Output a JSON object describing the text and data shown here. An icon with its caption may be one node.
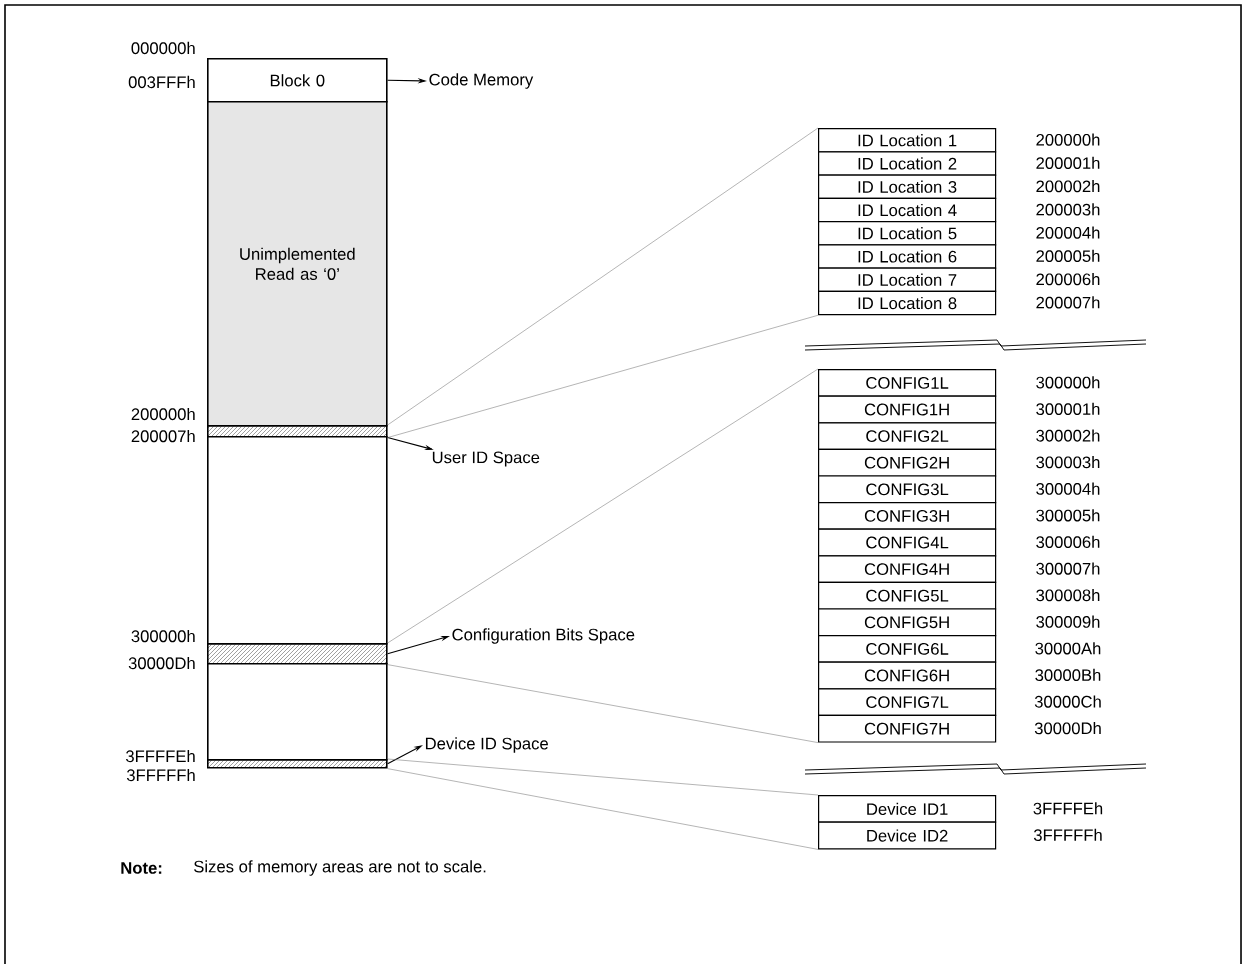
{
  "diagram": {
    "nodes": [
      {
        "text": [
          "Block 0"
        ]
      },
      {
        "text": [
          "Unimplemented Read as ‘0’"
        ]
      },
      {
        "text": [],
        "shape": "bar"
      },
      {
        "text": [],
        "shape": "box"
      },
      {
        "text": [],
        "shape": "bar"
      },
      {
        "text": [],
        "shape": "box"
      },
      {
        "text": [],
        "shape": "bar"
      },
      {
        "text": [
          "Code Memory"
        ]
      },
      {
        "text": [
          "User ID Space"
        ]
      },
      {
        "text": [
          "Configuration Bits Space"
        ]
      },
      {
        "text": [
          "Device ID Space"
        ]
      },
      {
        "text": [
          "ID Location 1"
        ],
        "beside": [
          "200000h"
        ]
      },
      {
        "text": [
          "ID Location 2"
        ],
        "beside": [
          "200001h"
        ]
      },
      {
        "text": [
          "ID Location 3"
        ],
        "beside": [
          "200002h"
        ]
      },
      {
        "text": [
          "ID Location 4"
        ],
        "beside": [
          "200003h"
        ]
      },
      {
        "text": [
          "ID Location 5"
        ],
        "beside": [
          "200004h"
        ]
      },
      {
        "text": [
          "ID Location 6"
        ],
        "beside": [
          "200005h"
        ]
      },
      {
        "text": [
          "ID Location 7"
        ],
        "beside": [
          "200006h"
        ]
      },
      {
        "text": [
          "ID Location 8"
        ],
        "beside": [
          "200007h"
        ]
      },
      {
        "text": [
          "CONFIG1L"
        ],
        "beside": [
          "300000h"
        ]
      },
      {
        "text": [
          "CONFIG1H"
        ],
        "beside": [
          "300001h"
        ]
      },
      {
        "text": [
          "CONFIG2L"
        ],
        "beside": [
          "300002h"
        ]
      },
      {
        "text": [
          "CONFIG2H"
        ],
        "beside": [
          "300003h"
        ]
      },
      {
        "text": [
          "CONFIG3L"
        ],
        "beside": [
          "300004h"
        ]
      },
      {
        "text": [
          "CONFIG3H"
        ],
        "beside": [
          "300005h"
        ]
      },
      {
        "text": [
          "CONFIG4L"
        ],
        "beside": [
          "300006h"
        ]
      },
      {
        "text": [
          "CONFIG4H"
        ],
        "beside": [
          "300007h"
        ]
      },
      {
        "text": [
          "CONFIG5L"
        ],
        "beside": [
          "300008h"
        ]
      },
      {
        "text": [
          "CONFIG5H"
        ],
        "beside": [
          "300009h"
        ]
      },
      {
        "text": [
          "CONFIG6L"
        ],
        "beside": [
          "30000Ah"
        ]
      },
      {
        "text": [
          "CONFIG6H"
        ],
        "beside": [
          "30000Bh"
        ]
      },
      {
        "text": [
          "CONFIG7L"
        ],
        "beside": [
          "30000Ch"
        ]
      },
      {
        "text": [
          "CONFIG7H"
        ],
        "beside": [
          "30000Dh"
        ]
      },
      {
        "text": [
          "Device ID1"
        ],
        "beside": [
          "3FFFFEh"
        ]
      },
      {
        "text": [
          "Device ID2"
        ],
        "beside": [
          "3FFFFFh"
        ]
      }
    ],
    "edges": [
      {
        "from": 0,
        "to": 7,
        "arrow": "to",
        "color": "#000000"
      },
      {
        "from": 2,
        "to": 8,
        "arrow": "to",
        "color": "#000000"
      },
      {
        "from": 4,
        "to": 9,
        "arrow": "to",
        "color": "#000000"
      },
      {
        "from": 6,
        "to": 10,
        "arrow": "to",
        "color": "#000000"
      },
      {
        "from": 2,
        "to": 11,
        "arrow": "none"
      },
      {
        "from": 2,
        "to": 18,
        "arrow": "none"
      },
      {
        "from": 4,
        "to": 19,
        "arrow": "none"
      },
      {
        "from": 4,
        "to": 32,
        "arrow": "none"
      },
      {
        "from": 6,
        "to": 33,
        "arrow": "none"
      },
      {
        "from": 6,
        "to": 34,
        "arrow": "none"
      }
    ],
    "labels": [
      "000000h",
      "003FFFh",
      "200000h",
      "200007h",
      "300000h",
      "30000Dh",
      "3FFFFEh",
      "3FFFFFh",
      "Note:",
      "Sizes of memory areas are not to scale."
    ]
  }
}
